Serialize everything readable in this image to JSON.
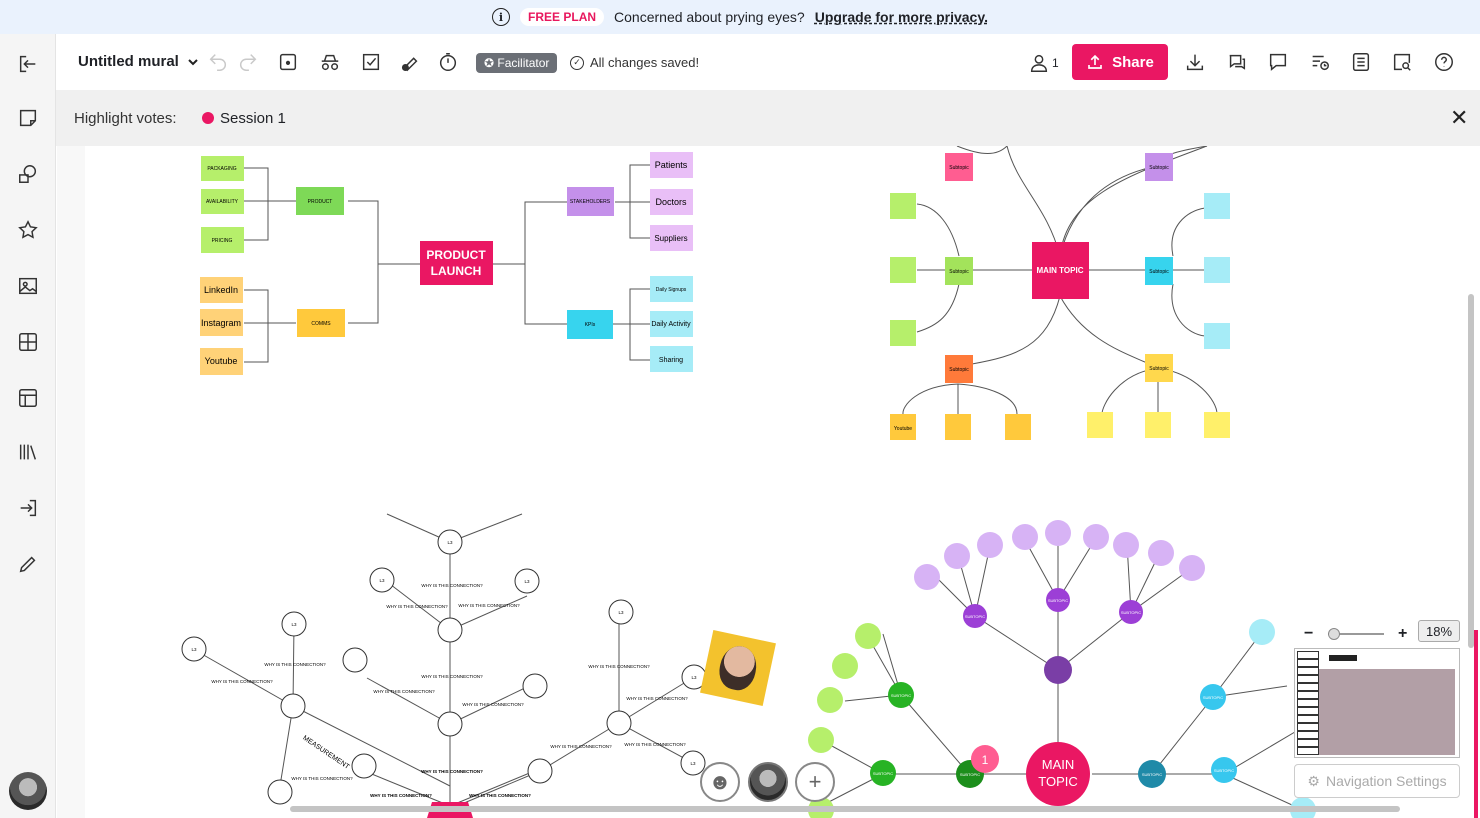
{
  "banner": {
    "plan": "FREE PLAN",
    "message": "Concerned about prying eyes?",
    "link": "Upgrade for more privacy."
  },
  "toolbar": {
    "title": "Untitled mural",
    "facilitator": "Facilitator",
    "saved": "All changes saved!",
    "users_count": "1",
    "share": "Share"
  },
  "votes": {
    "label": "Highlight votes:",
    "session": "Session 1"
  },
  "canvas": {
    "tree1": {
      "center": [
        "PRODUCT",
        "LAUNCH"
      ],
      "product": "PRODUCT",
      "comms": "COMMS",
      "packaging": "PACKAGING",
      "availability": "AVAILABILITY",
      "pricing": "PRICING",
      "linkedin": "LinkedIn",
      "instagram": "Instagram",
      "youtube": "Youtube",
      "stakeholders": "STAKEHOLDERS",
      "kpis": "KPIs",
      "patients": "Patients",
      "doctors": "Doctors",
      "suppliers": "Suppliers",
      "daily_signups": "Daily Signups",
      "daily_activity": "Daily Activity",
      "sharing": "Sharing"
    },
    "tree2": {
      "center": "MAIN TOPIC",
      "subtopic": "Subtopic",
      "youtube": "Youtube"
    },
    "tree3": {
      "level3": "L3",
      "why": "WHY IS THIS CONNECTION?",
      "measurement": "MEASUREMENT"
    },
    "tree4": {
      "center": [
        "MAIN",
        "TOPIC"
      ],
      "subtopic": "SUBTOPIC",
      "vote_count": "1"
    }
  },
  "navigation": {
    "zoom": "18%",
    "settings": "Navigation Settings"
  }
}
